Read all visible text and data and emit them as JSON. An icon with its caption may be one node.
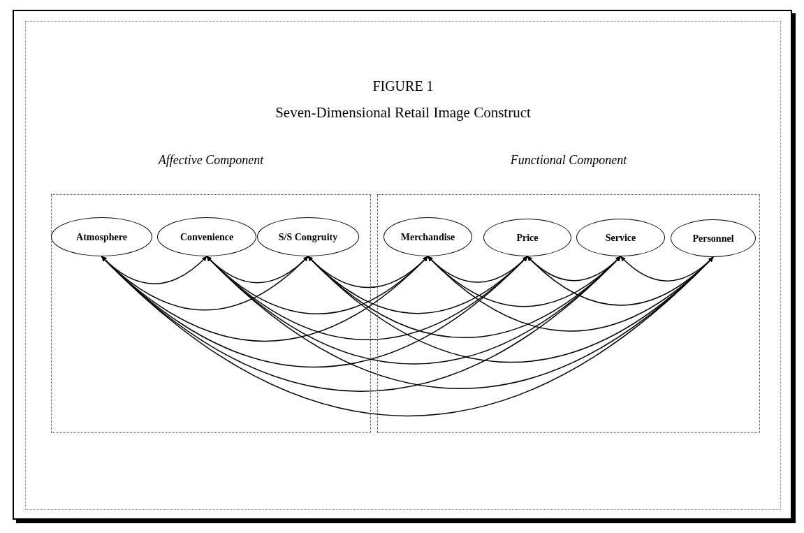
{
  "diagram": {
    "title": "Seven-Dimensional Retail Image Construct",
    "labels": [
      "FIGURE 1"
    ],
    "nodes": [
      {
        "text": [
          "Affective Component"
        ]
      },
      {
        "text": [
          "Functional Component"
        ]
      },
      {
        "text": [
          "Atmosphere"
        ],
        "in": 0
      },
      {
        "text": [
          "Convenience"
        ],
        "in": 0
      },
      {
        "text": [
          "S/S Congruity"
        ],
        "in": 0
      },
      {
        "text": [
          "Merchandise"
        ],
        "in": 1
      },
      {
        "text": [
          "Price"
        ],
        "in": 1
      },
      {
        "text": [
          "Service"
        ],
        "in": 1
      },
      {
        "text": [
          "Personnel"
        ],
        "in": 1
      }
    ],
    "edges": [
      {
        "from": 2,
        "to": 3,
        "arrow": "both"
      },
      {
        "from": 2,
        "to": 4,
        "arrow": "both"
      },
      {
        "from": 2,
        "to": 5,
        "arrow": "both"
      },
      {
        "from": 2,
        "to": 6,
        "arrow": "both"
      },
      {
        "from": 2,
        "to": 7,
        "arrow": "both"
      },
      {
        "from": 2,
        "to": 8,
        "arrow": "both"
      },
      {
        "from": 3,
        "to": 4,
        "arrow": "both"
      },
      {
        "from": 3,
        "to": 5,
        "arrow": "both"
      },
      {
        "from": 3,
        "to": 6,
        "arrow": "both"
      },
      {
        "from": 3,
        "to": 7,
        "arrow": "both"
      },
      {
        "from": 3,
        "to": 8,
        "arrow": "both"
      },
      {
        "from": 4,
        "to": 5,
        "arrow": "both"
      },
      {
        "from": 4,
        "to": 6,
        "arrow": "both"
      },
      {
        "from": 4,
        "to": 7,
        "arrow": "both"
      },
      {
        "from": 4,
        "to": 8,
        "arrow": "both"
      },
      {
        "from": 5,
        "to": 6,
        "arrow": "both"
      },
      {
        "from": 5,
        "to": 7,
        "arrow": "both"
      },
      {
        "from": 5,
        "to": 8,
        "arrow": "both"
      },
      {
        "from": 6,
        "to": 7,
        "arrow": "both"
      },
      {
        "from": 6,
        "to": 8,
        "arrow": "both"
      },
      {
        "from": 7,
        "to": 8,
        "arrow": "both"
      }
    ]
  }
}
